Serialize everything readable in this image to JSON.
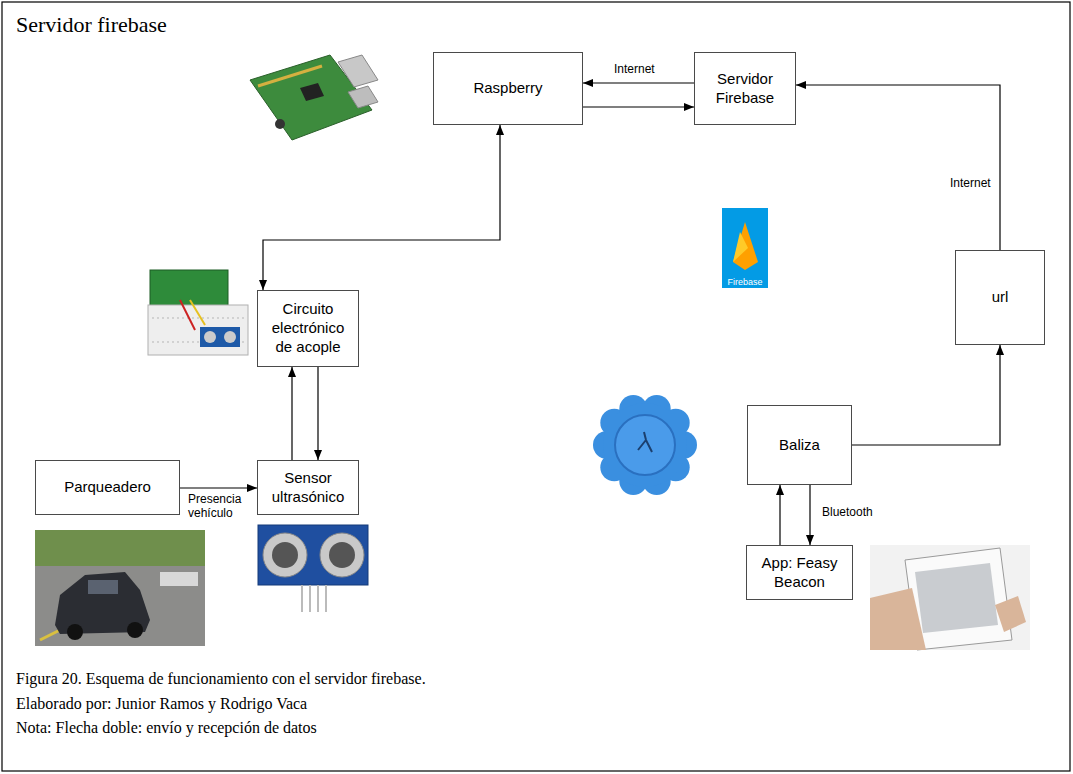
{
  "diagram": {
    "title": "Servidor firebase",
    "caption": "Figura 20. Esquema de funcionamiento con el servidor firebase.",
    "nodes": [
      {
        "text": [
          "Raspberry"
        ]
      },
      {
        "text": [
          "Servidor Firebase"
        ]
      },
      {
        "text": [
          "Circuito electrónico de acople"
        ]
      },
      {
        "text": [
          "url"
        ]
      },
      {
        "text": [
          "Baliza"
        ]
      },
      {
        "text": [
          "Parqueadero"
        ]
      },
      {
        "text": [
          "Sensor ultrasónico"
        ]
      },
      {
        "text": [
          "App: Feasy Beacon"
        ]
      }
    ],
    "edges": [
      {
        "from": 1,
        "to": 0,
        "label": "Internet",
        "arrow": "to"
      },
      {
        "from": 0,
        "to": 1,
        "arrow": "to"
      },
      {
        "from": 0,
        "to": 2,
        "arrow": "both"
      },
      {
        "from": 6,
        "to": 2,
        "arrow": "to"
      },
      {
        "from": 2,
        "to": 6,
        "arrow": "to"
      },
      {
        "from": 5,
        "to": 6,
        "label": "Presencia vehículo",
        "arrow": "to"
      },
      {
        "from": 4,
        "to": 3,
        "arrow": "to"
      },
      {
        "from": 3,
        "to": 1,
        "label": "Internet",
        "arrow": "to"
      },
      {
        "from": 7,
        "to": 4,
        "arrow": "to"
      },
      {
        "from": 4,
        "to": 7,
        "label": "Bluetooth",
        "arrow": "to"
      }
    ],
    "labels": [
      "Firebase",
      "Elaborado por: Junior Ramos y Rodrigo Vaca",
      "Nota: Flecha doble: envío y recepción de datos"
    ]
  }
}
